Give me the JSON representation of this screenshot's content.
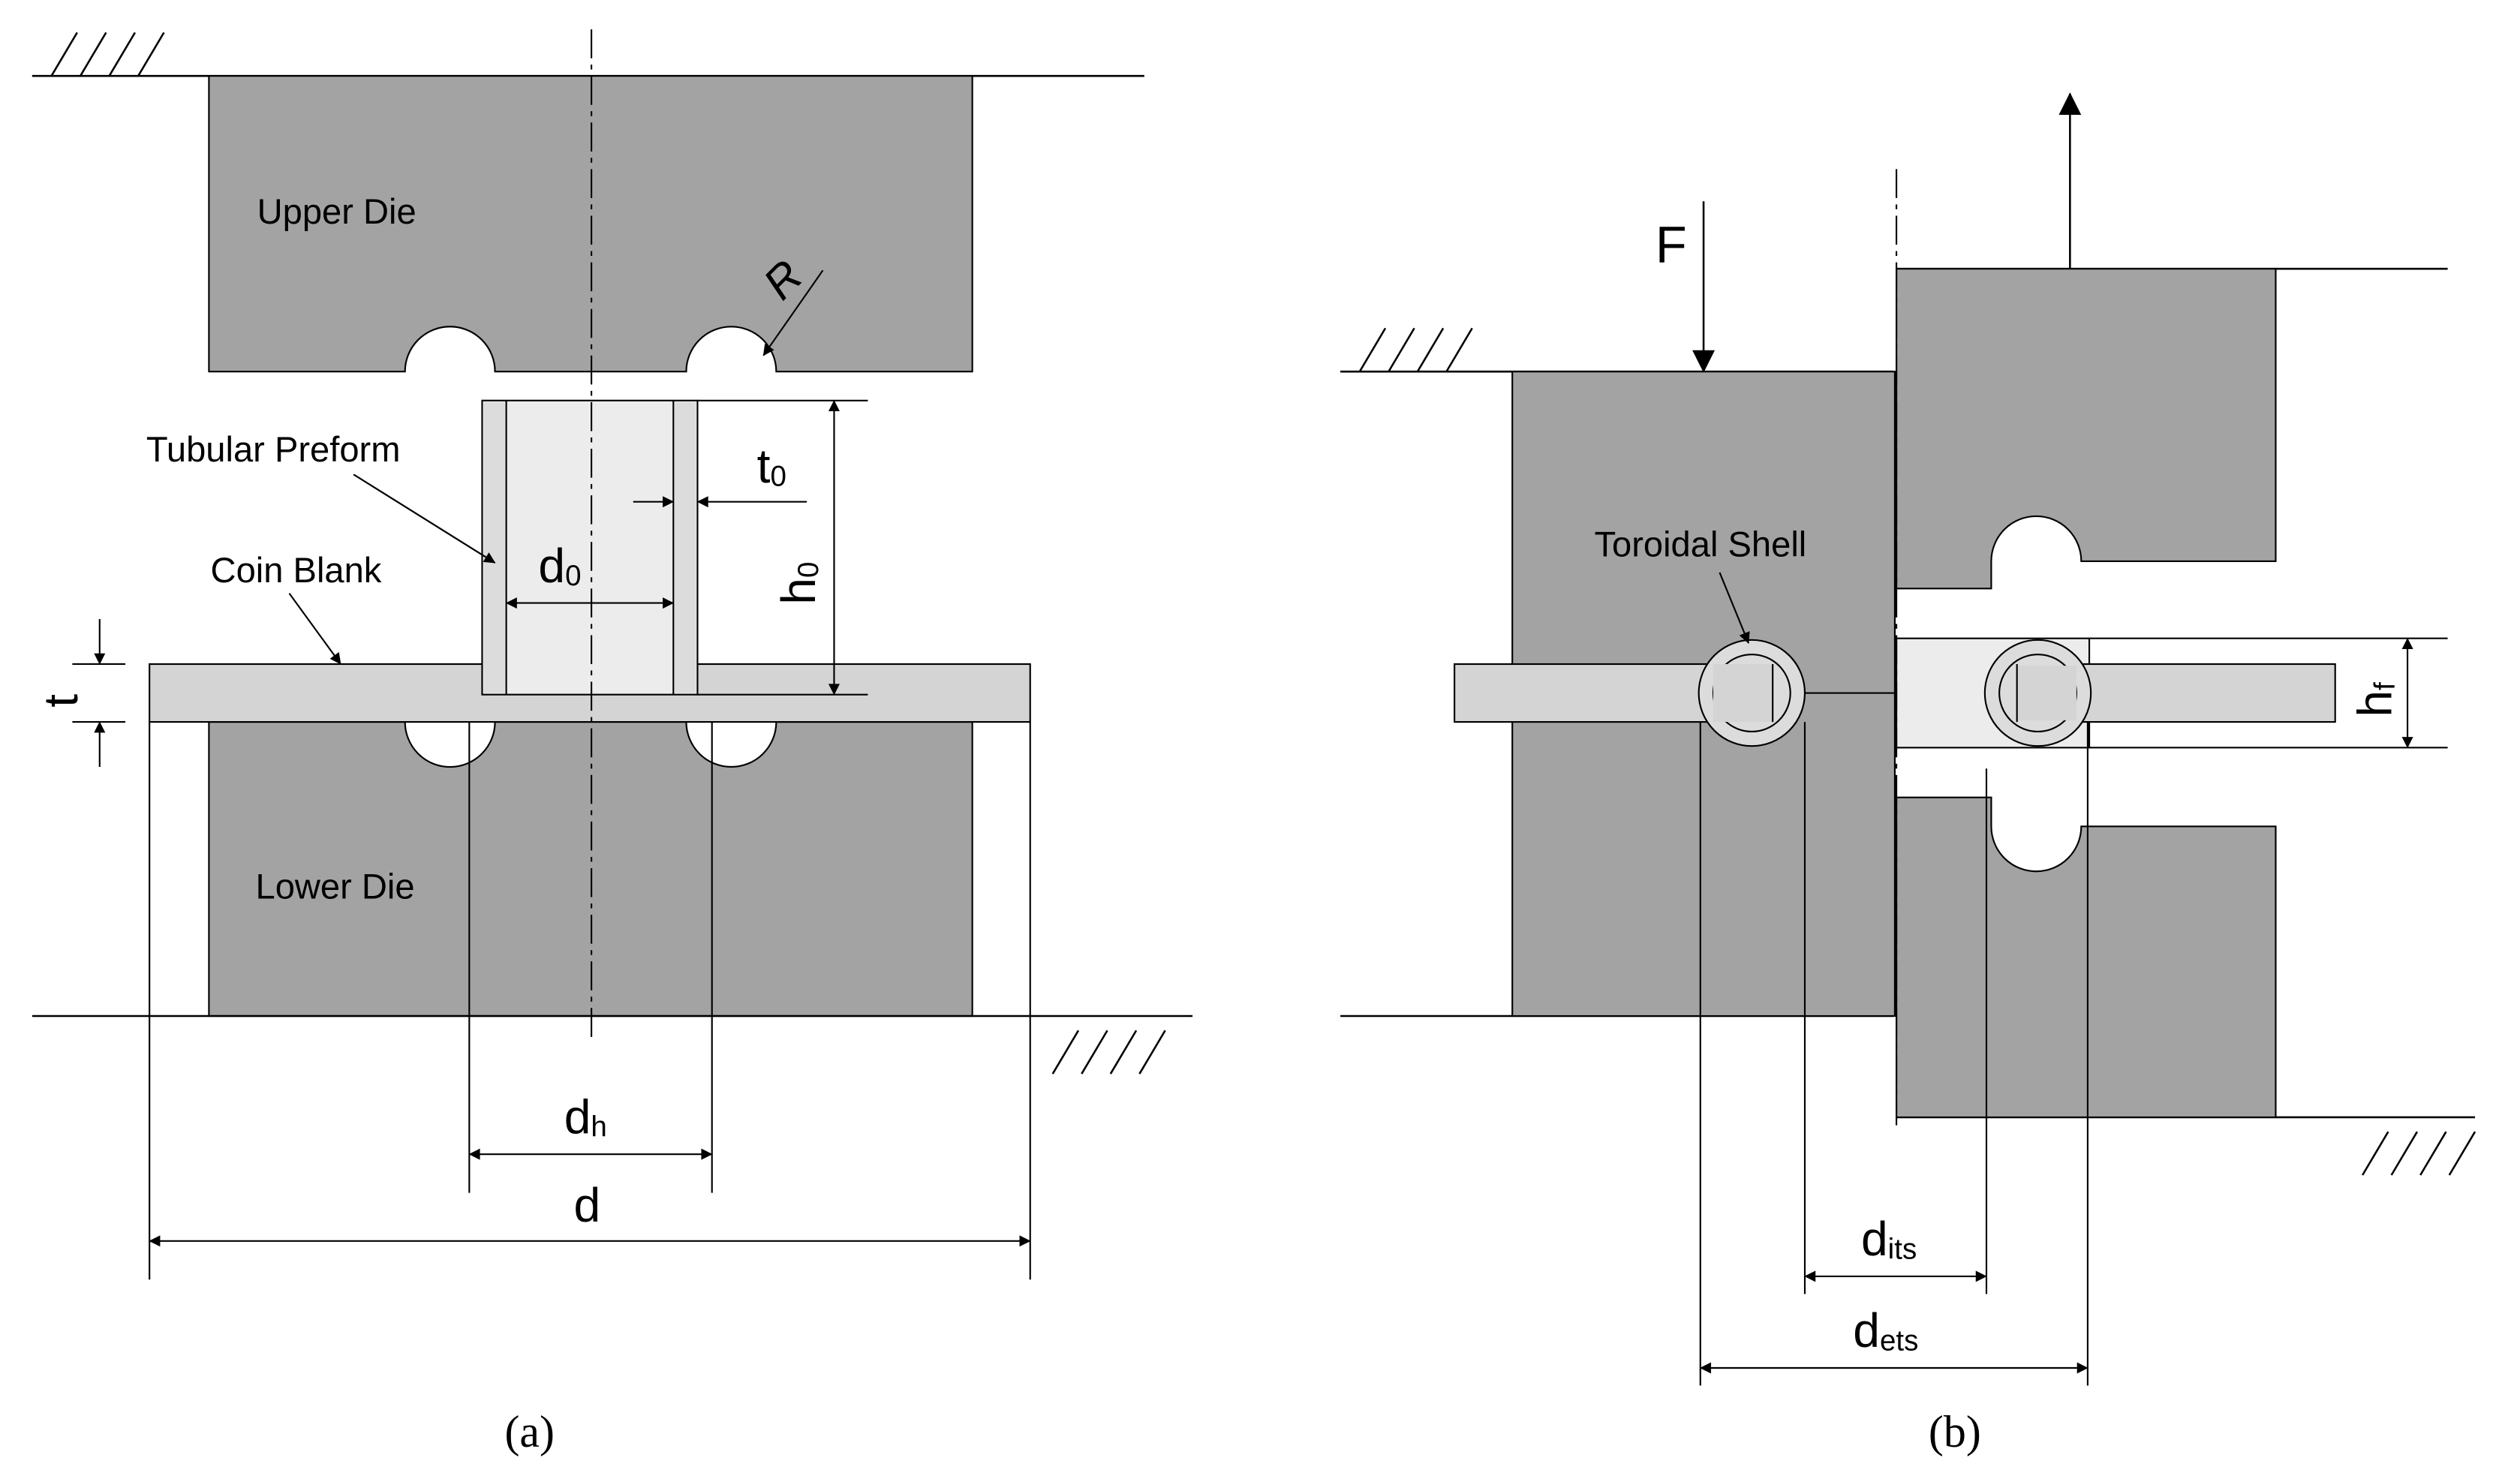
{
  "colors": {
    "die": "#a3a3a3",
    "blank": "#d4d4d4",
    "preform": "#ededed",
    "shell": "#dcdcdc",
    "line": "#000000",
    "background": "#ffffff"
  },
  "panel_a": {
    "labels": {
      "upper_die": "Upper Die",
      "lower_die": "Lower Die",
      "tubular_preform": "Tubular Preform",
      "coin_blank": "Coin Blank",
      "radius": "R"
    },
    "dimensions": {
      "t": "t",
      "t0_main": "t",
      "t0_sub": "0",
      "d0_main": "d",
      "d0_sub": "0",
      "h0_main": "h",
      "h0_sub": "0",
      "dh_main": "d",
      "dh_sub": "h",
      "d": "d"
    },
    "caption": "(a)"
  },
  "panel_b": {
    "labels": {
      "force": "F",
      "toroidal_shell": "Toroidal Shell"
    },
    "dimensions": {
      "hf_main": "h",
      "hf_sub": "f",
      "dits_main": "d",
      "dits_sub": "its",
      "dets_main": "d",
      "dets_sub": "ets"
    },
    "caption": "(b)"
  }
}
